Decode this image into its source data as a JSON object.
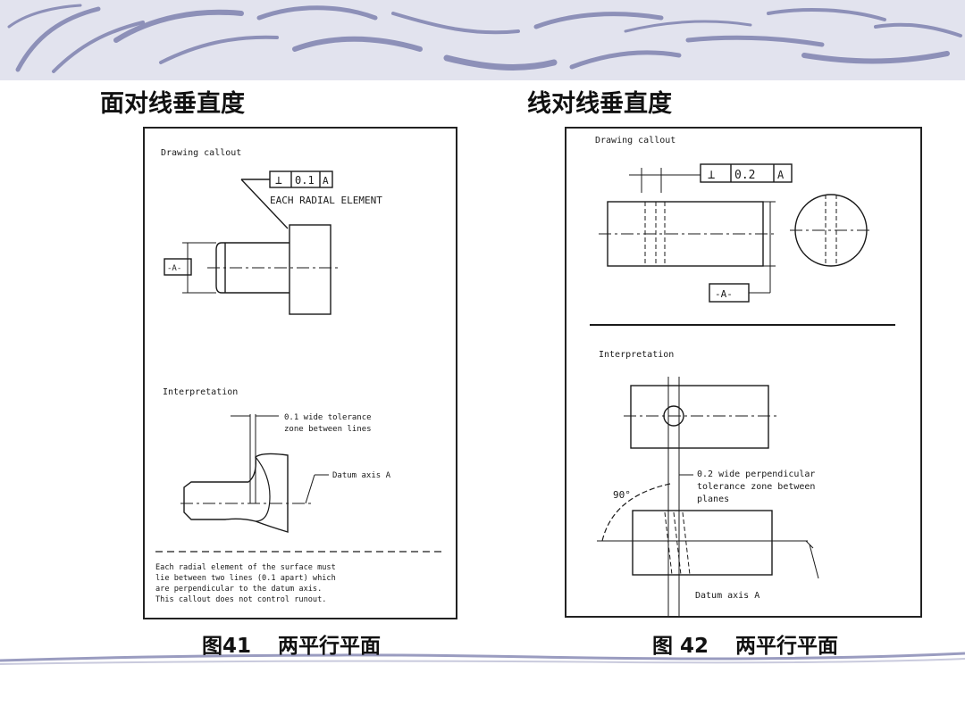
{
  "slide": {
    "left_title": "面对线垂直度",
    "right_title": "线对线垂直度"
  },
  "figure41": {
    "caption_num": "图41",
    "caption_text": "两平行平面",
    "drawing_callout": "Drawing callout",
    "tolerance_symbol": "⊥",
    "tolerance_value": "0.1",
    "datum_ref": "A",
    "each_radial": "EACH RADIAL ELEMENT",
    "datum_feature": "-A-",
    "interpretation": "Interpretation",
    "zone_note_1": "0.1 wide tolerance",
    "zone_note_2": "zone between lines",
    "datum_axis": "Datum axis A",
    "note_1": "Each radial element of the surface must",
    "note_2": "lie between two lines (0.1 apart) which",
    "note_3": "are perpendicular to the datum axis.",
    "note_4": "This callout does not control runout."
  },
  "figure42": {
    "caption_num": "图 42",
    "caption_text": "两平行平面",
    "drawing_callout": "Drawing callout",
    "tolerance_symbol": "⊥",
    "tolerance_value": "0.2",
    "datum_ref": "A",
    "datum_feature": "-A-",
    "interpretation": "Interpretation",
    "zone_note_1": "0.2 wide perpendicular",
    "zone_note_2": "tolerance zone between",
    "zone_note_3": "planes",
    "angle": "90°",
    "datum_axis": "Datum axis A"
  },
  "colors": {
    "banner_bg": "#e2e3ee",
    "banner_swirl": "#8d90b8",
    "line": "#1a1a1a"
  }
}
